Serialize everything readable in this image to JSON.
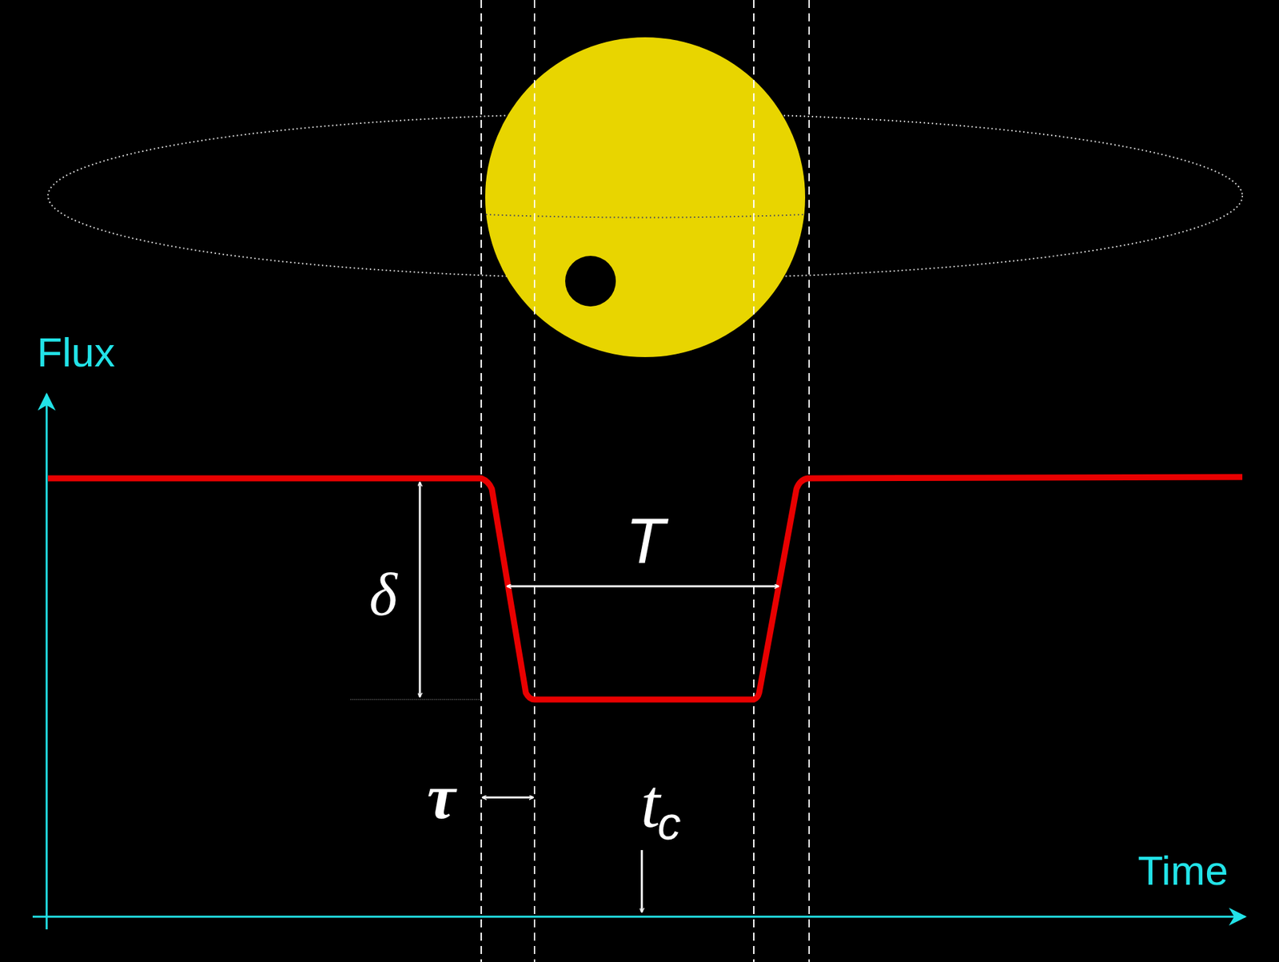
{
  "diagram": {
    "labels": [
      "Flux",
      "δ",
      "T",
      "τ",
      "t",
      "c",
      "Time"
    ]
  }
}
